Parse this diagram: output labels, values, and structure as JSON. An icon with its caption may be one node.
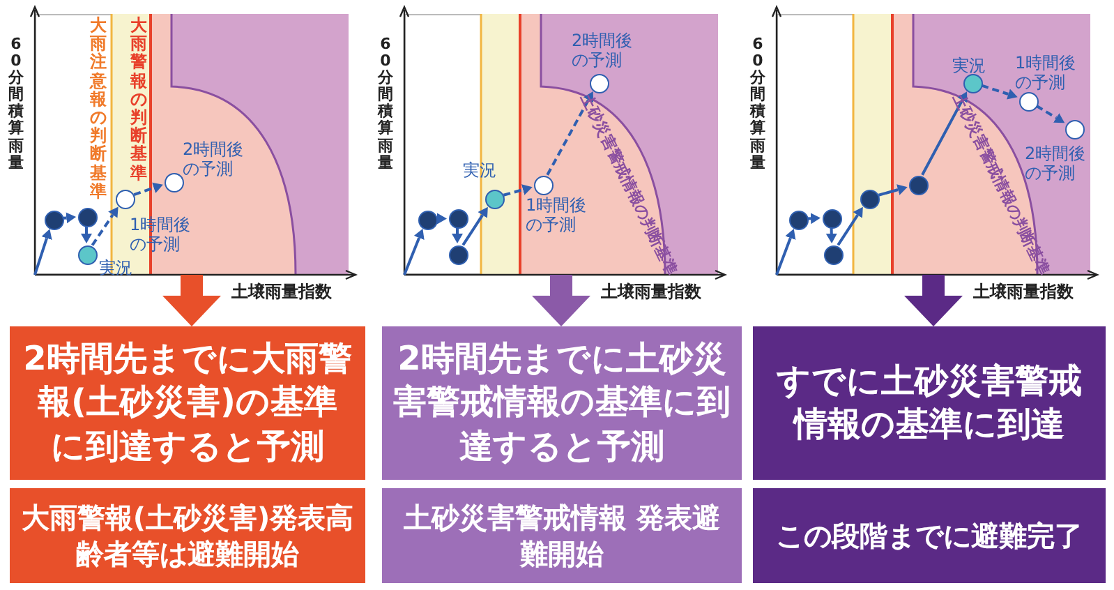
{
  "diagram": {
    "nodes": [
      {
        "text": [],
        "shape": "box"
      },
      {
        "text": [],
        "shape": "circle",
        "in": 0
      },
      {
        "text": [],
        "shape": "circle",
        "in": 0
      },
      {
        "text": [],
        "shape": "circle",
        "in": 0,
        "beside": [
          "実況"
        ]
      },
      {
        "text": [],
        "shape": "circle",
        "in": 0,
        "beside": [
          "1時間後の予測"
        ]
      },
      {
        "text": [],
        "shape": "circle",
        "in": 0,
        "beside": [
          "2時間後の予測"
        ]
      },
      {
        "text": [],
        "shape": "box"
      },
      {
        "text": [],
        "shape": "circle",
        "in": 6
      },
      {
        "text": [],
        "shape": "circle",
        "in": 6
      },
      {
        "text": [],
        "shape": "circle",
        "in": 6
      },
      {
        "text": [],
        "shape": "circle",
        "in": 6,
        "beside": [
          "実況"
        ]
      },
      {
        "text": [],
        "shape": "circle",
        "in": 6,
        "beside": [
          "1時間後の予測"
        ]
      },
      {
        "text": [],
        "shape": "circle",
        "in": 6,
        "beside": [
          "2時間後の予測"
        ]
      },
      {
        "text": [],
        "shape": "box"
      },
      {
        "text": [],
        "shape": "circle",
        "in": 13
      },
      {
        "text": [],
        "shape": "circle",
        "in": 13
      },
      {
        "text": [],
        "shape": "circle",
        "in": 13
      },
      {
        "text": [],
        "shape": "circle",
        "in": 13
      },
      {
        "text": [],
        "shape": "circle",
        "in": 13
      },
      {
        "text": [],
        "shape": "circle",
        "in": 13,
        "beside": [
          "実況"
        ]
      },
      {
        "text": [],
        "shape": "circle",
        "in": 13,
        "beside": [
          "1時間後の予測"
        ]
      },
      {
        "text": [],
        "shape": "circle",
        "in": 13,
        "beside": [
          "2時間後の予測"
        ]
      },
      {
        "text": [
          "2時間先までに大雨警報(土砂災害)の基準に到達すると予測"
        ]
      },
      {
        "text": [
          "2時間先までに土砂災害警戒情報の基準に到達すると予測"
        ]
      },
      {
        "text": [
          "すでに土砂災害警戒情報の基準に到達"
        ]
      },
      {
        "text": [
          "大雨警報(土砂災害)発表高齢者等は避難開始"
        ]
      },
      {
        "text": [
          "土砂災害警戒情報 発表避難開始"
        ]
      },
      {
        "text": [
          "この段階までに避難完了"
        ]
      }
    ],
    "edges": [
      {
        "from": null,
        "to": 1,
        "arrow": "to"
      },
      {
        "from": 1,
        "to": 2,
        "arrow": "to"
      },
      {
        "from": 2,
        "to": 3,
        "arrow": "to"
      },
      {
        "from": 3,
        "to": 4,
        "arrow": "to",
        "style": "dashed"
      },
      {
        "from": 4,
        "to": 5,
        "arrow": "to",
        "style": "dashed"
      },
      {
        "from": null,
        "to": 7,
        "arrow": "to"
      },
      {
        "from": 7,
        "to": 8,
        "arrow": "to"
      },
      {
        "from": 8,
        "to": 9,
        "arrow": "to"
      },
      {
        "from": 9,
        "to": 10,
        "arrow": "to"
      },
      {
        "from": 10,
        "to": 11,
        "arrow": "to",
        "style": "dashed"
      },
      {
        "from": 11,
        "to": 12,
        "arrow": "to",
        "style": "dashed"
      },
      {
        "from": null,
        "to": 14,
        "arrow": "to"
      },
      {
        "from": 14,
        "to": 15,
        "arrow": "to"
      },
      {
        "from": 15,
        "to": 16,
        "arrow": "to"
      },
      {
        "from": 16,
        "to": 17,
        "arrow": "to"
      },
      {
        "from": 17,
        "to": 18,
        "arrow": "to"
      },
      {
        "from": 18,
        "to": 19,
        "arrow": "to"
      },
      {
        "from": 19,
        "to": 20,
        "arrow": "to",
        "style": "dashed"
      },
      {
        "from": 20,
        "to": 21,
        "arrow": "to",
        "style": "dashed"
      },
      {
        "from": 0,
        "to": 22,
        "arrow": "to",
        "style": "thick",
        "color": "#e8502a"
      },
      {
        "from": 6,
        "to": 23,
        "arrow": "to",
        "style": "thick",
        "color": "#8b5aa8"
      },
      {
        "from": 13,
        "to": 24,
        "arrow": "to",
        "style": "thick",
        "color": "#5b2a86"
      }
    ],
    "labels": [
      "60分間積算雨量",
      "大雨注意報の判断基準",
      "大雨警報の判断基準",
      "土壌雨量指数",
      "60分間積算雨量",
      "土砂災害警戒情報の判断基準",
      "土壌雨量指数",
      "60分間積算雨量",
      "土砂災害警戒情報の判断基準",
      "土壌雨量指数"
    ]
  }
}
